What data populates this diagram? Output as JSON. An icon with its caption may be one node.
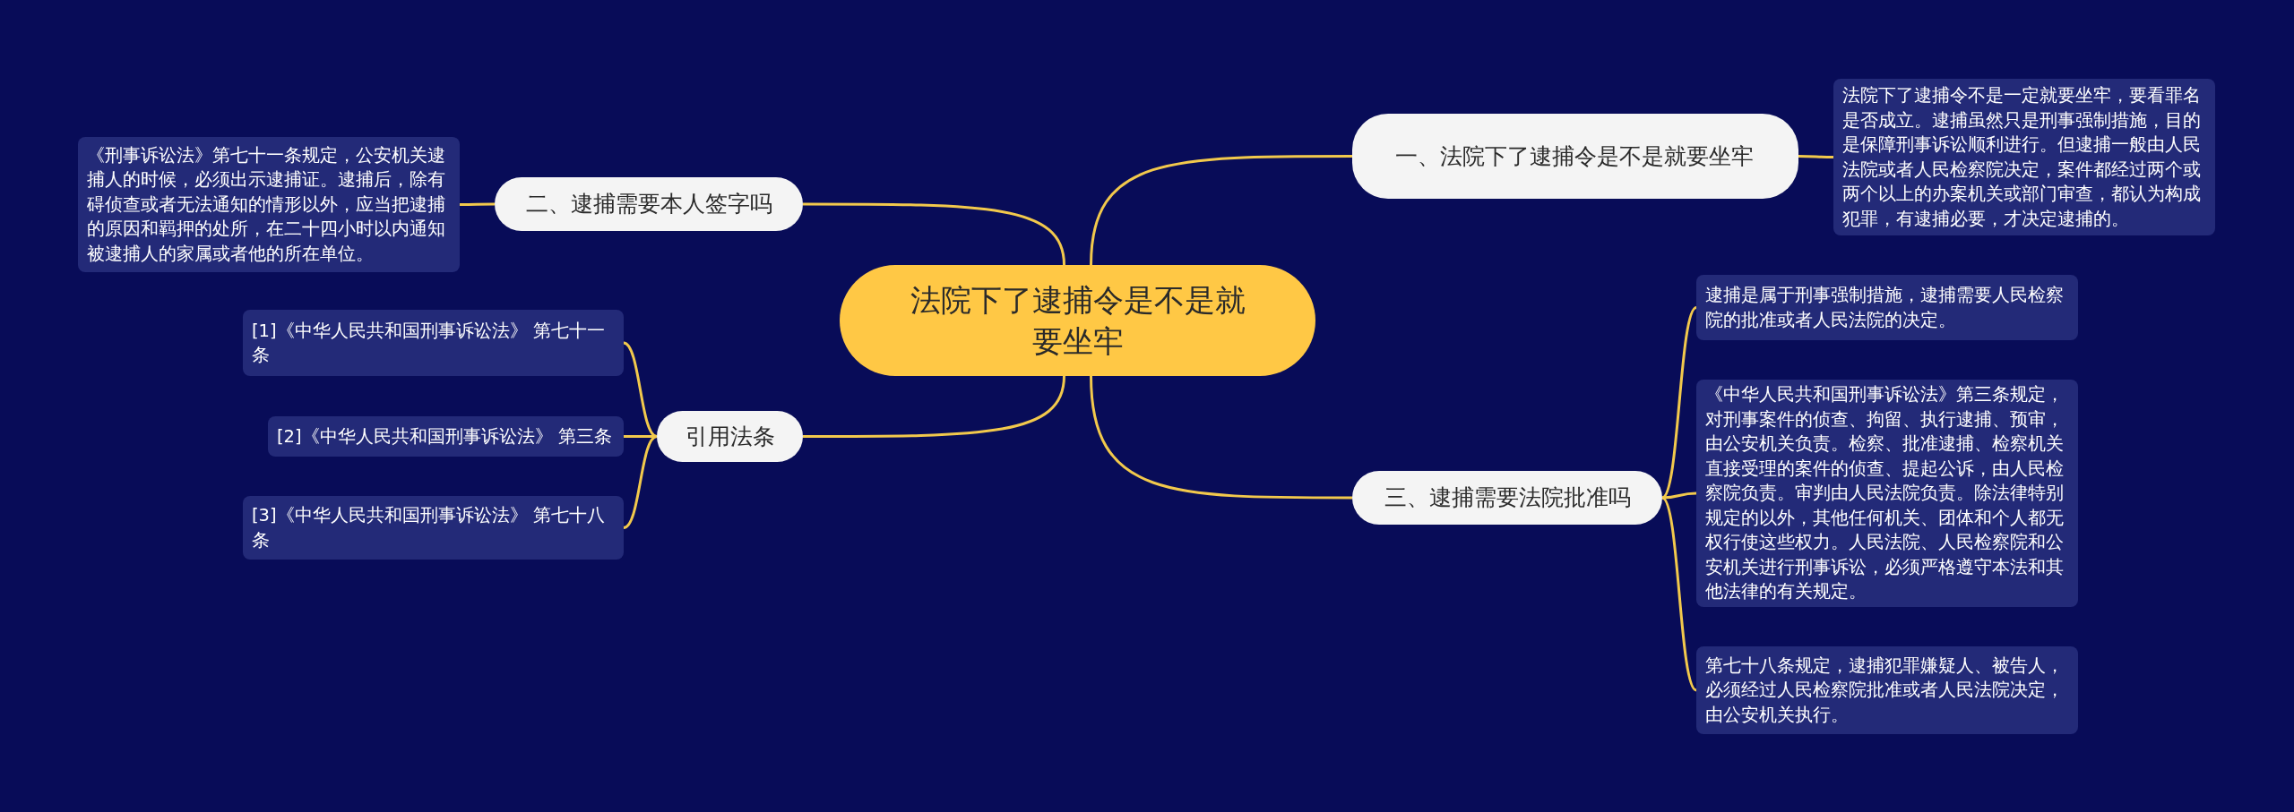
{
  "diagram": {
    "nodes": [
      {
        "text": [
          "法院下了逮捕令是不是就要坐牢"
        ]
      },
      {
        "text": [
          "一、法院下了逮捕令是不是就要坐牢"
        ]
      },
      {
        "text": [
          "法院下了逮捕令不是一定就要坐牢，要看罪名是否成立。逮捕虽然只是刑事强制措施，目的是保障刑事诉讼顺利进行。但逮捕一般由人民法院或者人民检察院决定，案件都经过两个或两个以上的办案机关或部门审查，都认为构成犯罪，有逮捕必要，才决定逮捕的。"
        ]
      },
      {
        "text": [
          "二、逮捕需要本人签字吗"
        ]
      },
      {
        "text": [
          "《刑事诉讼法》第七十一条规定，公安机关逮捕人的时候，必须出示逮捕证。逮捕后，除有碍侦查或者无法通知的情形以外，应当把逮捕的原因和羁押的处所，在二十四小时以内通知被逮捕人的家属或者他的所在单位。"
        ]
      },
      {
        "text": [
          "引用法条"
        ]
      },
      {
        "text": [
          "[1]《中华人民共和国刑事诉讼法》 第七十一条"
        ]
      },
      {
        "text": [
          "[2]《中华人民共和国刑事诉讼法》 第三条"
        ]
      },
      {
        "text": [
          "[3]《中华人民共和国刑事诉讼法》 第七十八条"
        ]
      },
      {
        "text": [
          "三、逮捕需要法院批准吗"
        ]
      },
      {
        "text": [
          "逮捕是属于刑事强制措施，逮捕需要人民检察院的批准或者人民法院的决定。"
        ]
      },
      {
        "text": [
          "《中华人民共和国刑事诉讼法》第三条规定，对刑事案件的侦查、拘留、执行逮捕、预审，由公安机关负责。检察、批准逮捕、检察机关直接受理的案件的侦查、提起公诉，由人民检察院负责。审判由人民法院负责。除法律特别规定的以外，其他任何机关、团体和个人都无权行使这些权力。人民法院、人民检察院和公安机关进行刑事诉讼，必须严格遵守本法和其他法律的有关规定。"
        ]
      },
      {
        "text": [
          "第七十八条规定，逮捕犯罪嫌疑人、被告人，必须经过人民检察院批准或者人民法院决定，由公安机关执行。"
        ]
      }
    ],
    "edges": [
      {
        "from": 0,
        "to": 1,
        "arrow": "none"
      },
      {
        "from": 1,
        "to": 2,
        "arrow": "none"
      },
      {
        "from": 0,
        "to": 3,
        "arrow": "none"
      },
      {
        "from": 3,
        "to": 4,
        "arrow": "none"
      },
      {
        "from": 0,
        "to": 5,
        "arrow": "none"
      },
      {
        "from": 5,
        "to": 6,
        "arrow": "none"
      },
      {
        "from": 5,
        "to": 7,
        "arrow": "none"
      },
      {
        "from": 5,
        "to": 8,
        "arrow": "none"
      },
      {
        "from": 0,
        "to": 9,
        "arrow": "none"
      },
      {
        "from": 9,
        "to": 10,
        "arrow": "none"
      },
      {
        "from": 9,
        "to": 11,
        "arrow": "none"
      },
      {
        "from": 9,
        "to": 12,
        "arrow": "none"
      }
    ]
  }
}
